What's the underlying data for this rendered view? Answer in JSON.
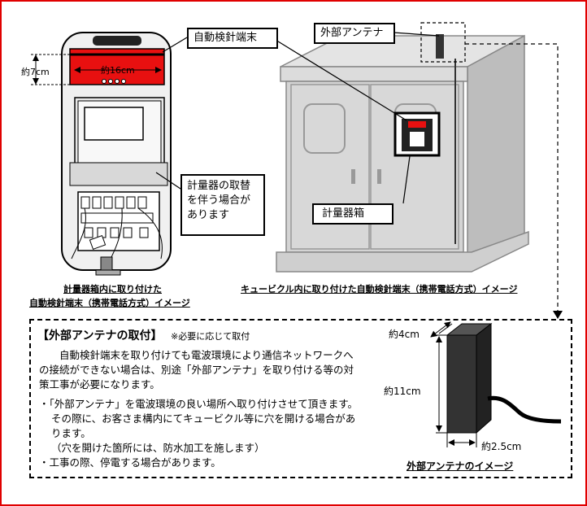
{
  "meter_label": {
    "height": "約7cm",
    "width": "約16cm"
  },
  "callouts": {
    "terminal": "自動検針端末",
    "antenna": "外部アンテナ",
    "meter_swap": [
      "計量器の取替",
      "を伴う場合が",
      "あります"
    ],
    "meter_box": "計量器箱"
  },
  "captions": {
    "meter_line1": "計量器箱内に取り付けた",
    "meter_line2": "自動検針端末（携帯電話方式）イメージ",
    "cubicle": "キュービクル内に取り付けた自動検針端末（携帯電話方式）イメージ"
  },
  "antenna_section": {
    "title": "【外部アンテナの取付】",
    "note": "※必要に応じて取付",
    "para": "自動検針端末を取り付けても電波環境により通信ネットワークへの接続ができない場合は、別途「外部アンテナ」を取り付ける等の対策工事が必要になります。",
    "bullet1": "・「外部アンテナ」を電波環境の良い場所へ取り付けさせて頂きます。その際に、お客さま構内にてキュービクル等に穴を開ける場合があります。",
    "bullet1_sub": "（穴を開けた箇所には、防水加工を施します）",
    "bullet2": "・工事の際、停電する場合があります。",
    "dim_depth": "約4cm",
    "dim_height": "約11cm",
    "dim_width": "約2.5cm",
    "image_caption": "外部アンテナのイメージ"
  },
  "colors": {
    "frame": "#e00000",
    "terminal_red": "#e81010",
    "cabinet": "#d4d4d4",
    "antenna": "#333333"
  }
}
